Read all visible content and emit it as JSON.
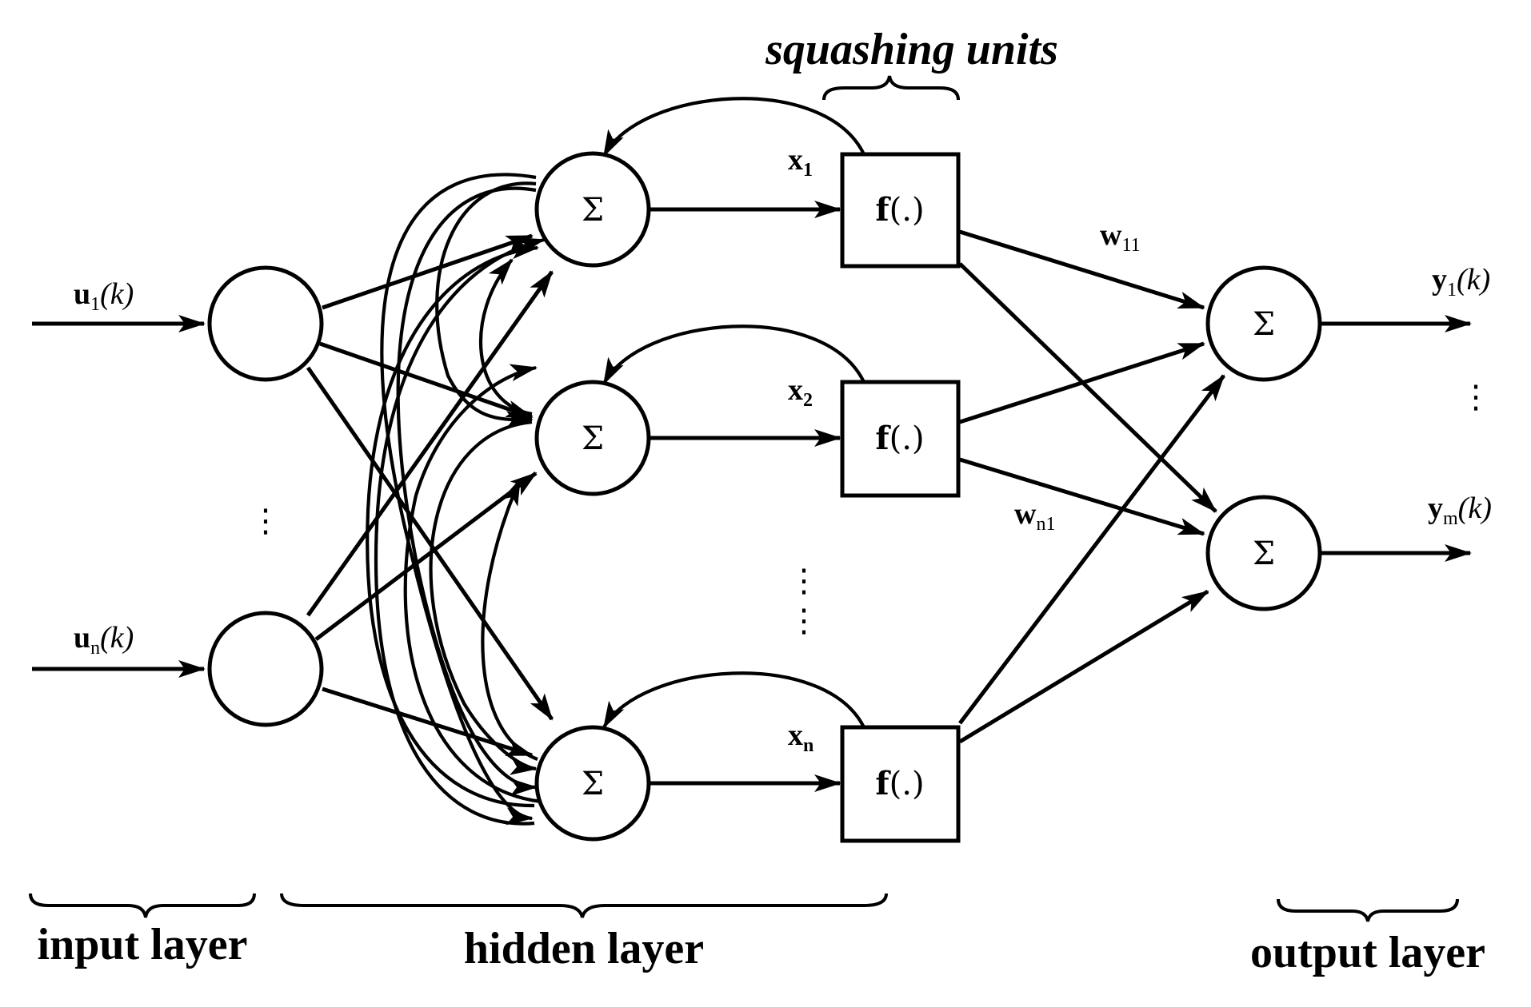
{
  "labels": {
    "squashing_units": "squashing units",
    "input_layer": "input layer",
    "hidden_layer": "hidden layer",
    "output_layer": "output layer"
  },
  "symbols": {
    "sum": "Σ",
    "f_bold": "f",
    "f_args": "(.)",
    "ellipsis_vertical": "⋮"
  },
  "inputs": [
    {
      "base": "u",
      "sub": "1",
      "arg": "(k)"
    },
    {
      "base": "u",
      "sub": "n",
      "arg": "(k)"
    }
  ],
  "hidden_states": [
    {
      "base": "x",
      "sub": "1"
    },
    {
      "base": "x",
      "sub": "2"
    },
    {
      "base": "x",
      "sub": "n"
    }
  ],
  "weights": [
    {
      "base": "w",
      "sub": "11"
    },
    {
      "base": "w",
      "sub": "n1"
    }
  ],
  "outputs": [
    {
      "base": "y",
      "sub": "1",
      "arg": "(k)"
    },
    {
      "base": "y",
      "sub": "m",
      "arg": "(k)"
    }
  ]
}
